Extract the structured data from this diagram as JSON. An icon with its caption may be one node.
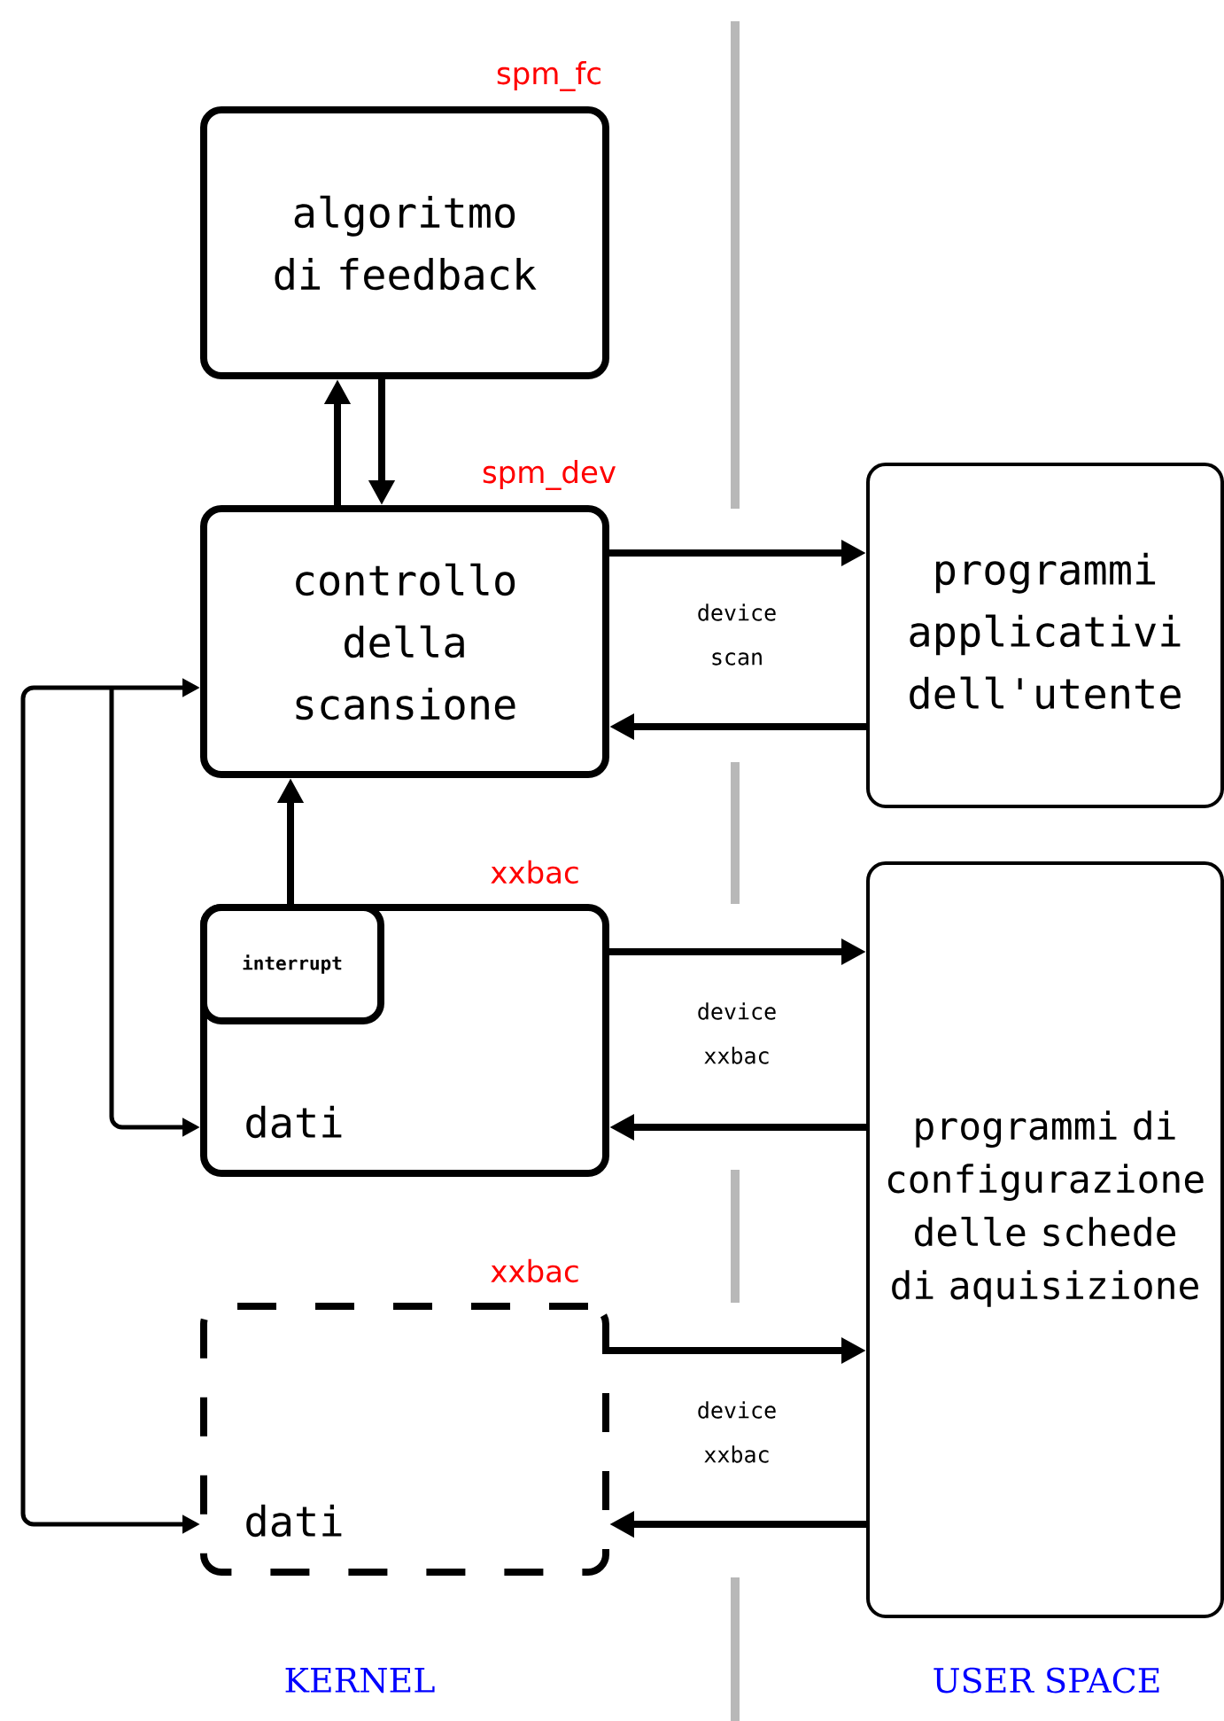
{
  "diagram": {
    "nodes": [
      {
        "text": [
          "algoritmo di feedback"
        ],
        "beside": [
          "spm_fc"
        ]
      },
      {
        "text": [
          "controllo della scansione"
        ],
        "beside": [
          "spm_dev"
        ]
      },
      {
        "text": [
          "programmi applicativi dell'utente"
        ]
      },
      {
        "text": [
          "dati"
        ],
        "beside": [
          "xxbac"
        ]
      },
      {
        "text": [
          "interrupt"
        ],
        "in": 3
      },
      {
        "text": [
          "programmi di configurazione delle schede di aquisizione"
        ]
      },
      {
        "text": [
          "dati"
        ],
        "beside": [
          "xxbac"
        ]
      }
    ],
    "edges": [
      {
        "from": 1,
        "to": 0,
        "arrow": "to"
      },
      {
        "from": 0,
        "to": 1,
        "arrow": "to"
      },
      {
        "from": 1,
        "to": 2,
        "arrow": "to",
        "label": "device scan"
      },
      {
        "from": 2,
        "to": 1,
        "arrow": "to"
      },
      {
        "from": 4,
        "to": 1,
        "arrow": "to"
      },
      {
        "from": 3,
        "to": 5,
        "arrow": "to",
        "label": "device xxbac"
      },
      {
        "from": 5,
        "to": 3,
        "arrow": "to"
      },
      {
        "from": 6,
        "to": 5,
        "arrow": "to",
        "label": "device xxbac"
      },
      {
        "from": 5,
        "to": 6,
        "arrow": "to"
      },
      {
        "from": 1,
        "to": 3,
        "arrow": "both"
      },
      {
        "from": 1,
        "to": 6,
        "arrow": "both"
      }
    ],
    "labels": [
      "KERNEL",
      "USER SPACE"
    ]
  }
}
